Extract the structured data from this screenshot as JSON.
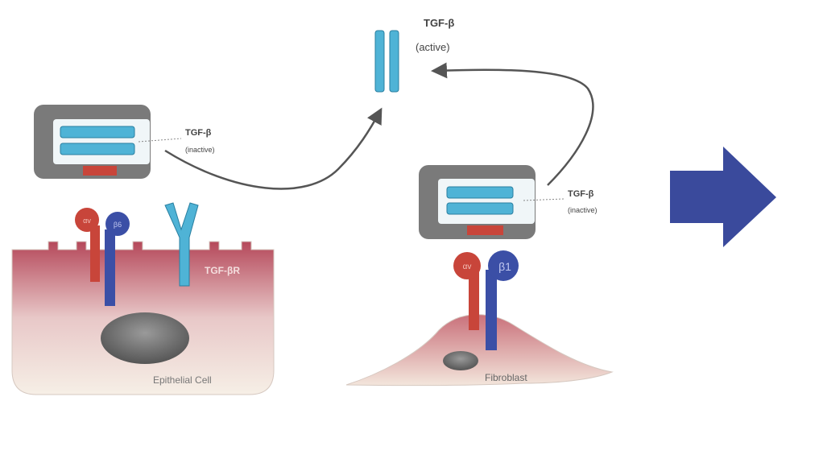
{
  "active_tgf": {
    "title": "TGF-β",
    "state": "(active)"
  },
  "epithelial": {
    "complex_label": {
      "title": "TGF-β",
      "state": "(inactive)"
    },
    "integrin_alpha": "αv",
    "integrin_beta": "β6",
    "receptor": "TGF-βR",
    "cell_label": "Epithelial Cell"
  },
  "fibroblast": {
    "complex_label": {
      "title": "TGF-β",
      "state": "(inactive)"
    },
    "integrin_alpha": "αv",
    "integrin_beta": "β1",
    "cell_label": "Fibroblast"
  },
  "colors": {
    "arrow": "#3a4a9c",
    "alpha": "#c8453a",
    "beta": "#3b4fa6",
    "tgf": "#4fb3d6",
    "cell": "#b5485a"
  }
}
